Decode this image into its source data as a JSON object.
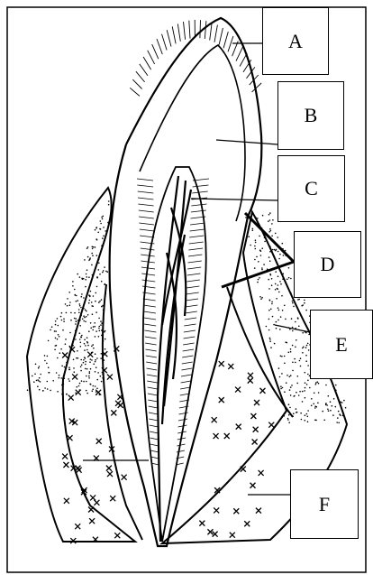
{
  "labels": {
    "a": "A",
    "b": "B",
    "c": "C",
    "d": "D",
    "e": "E",
    "f": "F"
  },
  "colors": {
    "ink": "#000000",
    "paper": "#ffffff"
  }
}
